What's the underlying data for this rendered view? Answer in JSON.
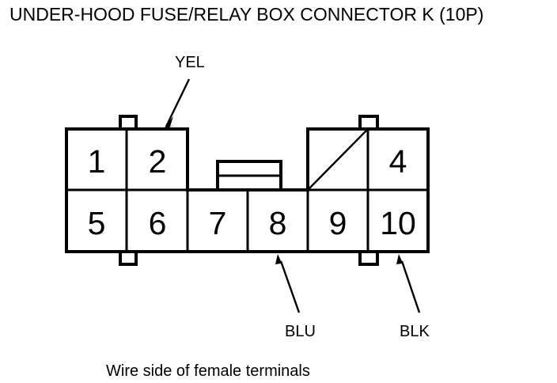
{
  "title": "UNDER-HOOD FUSE/RELAY BOX CONNECTOR K (10P)",
  "caption": "Wire side of female terminals",
  "connector": {
    "top_row": [
      {
        "label": "1",
        "blank": false
      },
      {
        "label": "2",
        "blank": false
      },
      {
        "label": "",
        "blank": true
      },
      {
        "label": "4",
        "blank": false
      }
    ],
    "bottom_row": [
      {
        "label": "5"
      },
      {
        "label": "6"
      },
      {
        "label": "7"
      },
      {
        "label": "8"
      },
      {
        "label": "9"
      },
      {
        "label": "10"
      }
    ]
  },
  "wire_labels": [
    {
      "name": "YEL",
      "text": "YEL",
      "target_cavity": "2"
    },
    {
      "name": "BLU",
      "text": "BLU",
      "target_cavity": "8"
    },
    {
      "name": "BLK",
      "text": "BLK",
      "target_cavity": "10"
    }
  ],
  "colors": {
    "ink": "#000000",
    "background": "#ffffff"
  }
}
